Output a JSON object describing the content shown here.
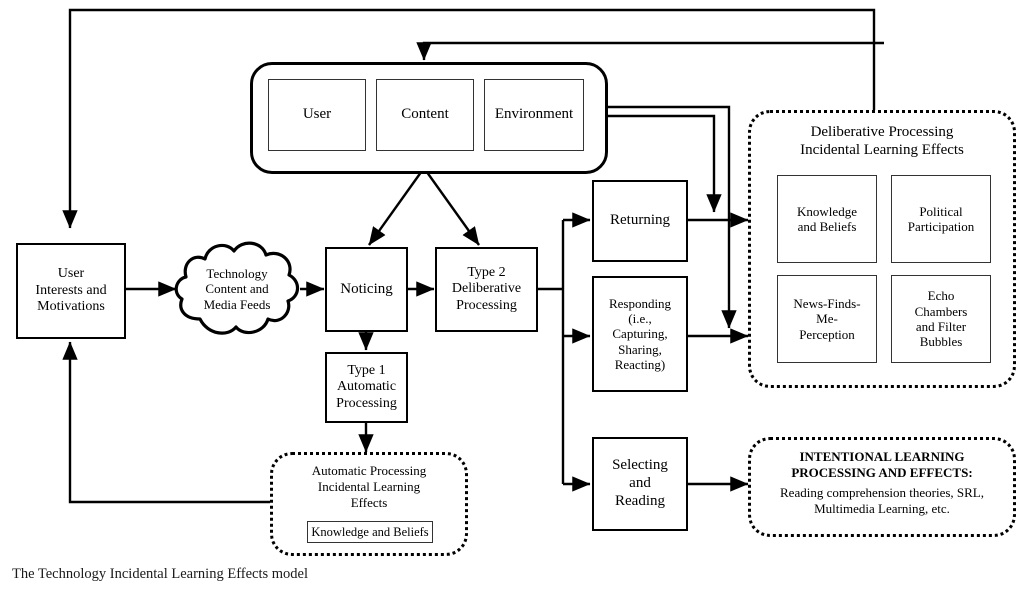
{
  "figure": {
    "caption": "The Technology Incidental Learning Effects model"
  },
  "context_container": {
    "name": "context-container",
    "items": [
      {
        "label": "User"
      },
      {
        "label": "Content"
      },
      {
        "label": "Environment"
      }
    ]
  },
  "flow": {
    "user_interests": "User\nInterests and\nMotivations",
    "user_interests_lines": [
      "User",
      "Interests and",
      "Motivations"
    ],
    "technology_cloud_lines": [
      "Technology",
      "Content and",
      "Media Feeds"
    ],
    "noticing": "Noticing",
    "type2_lines": [
      "Type 2",
      "Deliberative",
      "Processing"
    ],
    "type1_lines": [
      "Type 1",
      "Automatic",
      "Processing"
    ],
    "returning": "Returning",
    "responding_lines": [
      "Responding",
      "(i.e.,",
      "Capturing,",
      "Sharing,",
      "Reacting)"
    ],
    "selecting_lines": [
      "Selecting",
      "and",
      "Reading"
    ]
  },
  "automatic_effects": {
    "title_lines": [
      "Automatic Processing",
      "Incidental Learning",
      "Effects"
    ],
    "items": [
      {
        "label": "Knowledge and Beliefs"
      }
    ]
  },
  "deliberative_effects": {
    "title_lines": [
      "Deliberative Processing",
      "Incidental Learning Effects"
    ],
    "items": [
      {
        "lines": [
          "Knowledge",
          "and Beliefs"
        ]
      },
      {
        "lines": [
          "Political",
          "Participation"
        ]
      },
      {
        "lines": [
          "News-Finds-",
          "Me-",
          "Perception"
        ]
      },
      {
        "lines": [
          "Echo",
          "Chambers",
          "and Filter",
          "Bubbles"
        ]
      }
    ]
  },
  "intentional_learning": {
    "heading_lines": [
      "INTENTIONAL LEARNING",
      "PROCESSING AND EFFECTS:"
    ],
    "body_lines": [
      "Reading comprehension theories, SRL,",
      "Multimedia Learning, etc."
    ]
  },
  "colors": {
    "stroke": "#000000",
    "background": "#ffffff",
    "caption_text": "#1a1a1a"
  }
}
